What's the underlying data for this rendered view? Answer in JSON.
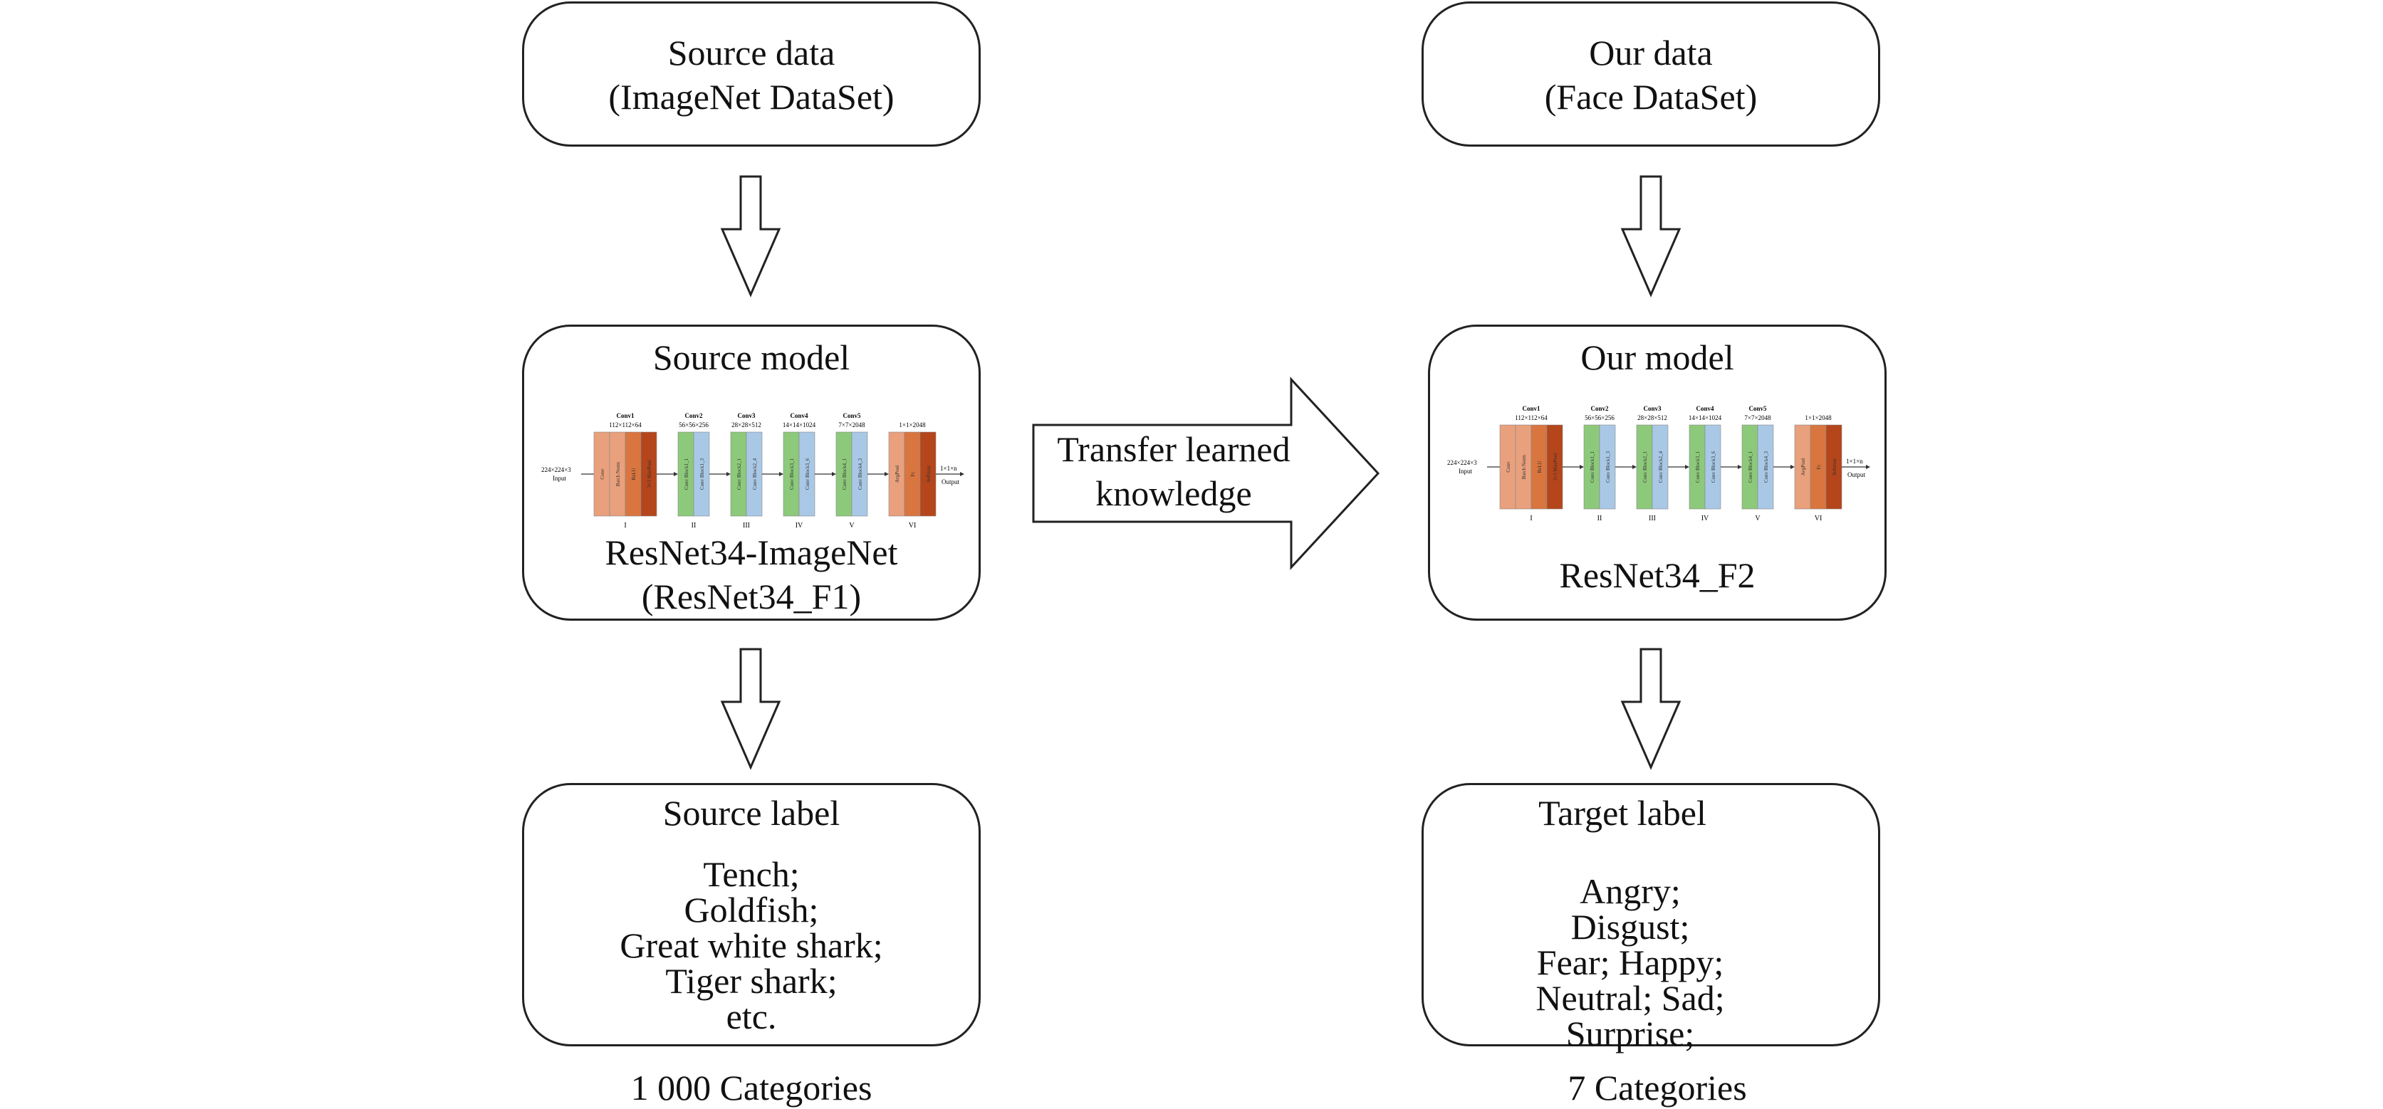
{
  "left": {
    "source_box": {
      "line1": "Source data",
      "line2": "(ImageNet DataSet)"
    },
    "model_box": {
      "title": "Source model",
      "name_line1": "ResNet34-ImageNet",
      "name_line2": "(ResNet34_F1)"
    },
    "label_box": {
      "title": "Source label",
      "items": [
        "Tench;",
        "Goldfish;",
        "Great white shark;",
        "Tiger shark;",
        "etc."
      ]
    },
    "caption": "1 000 Categories"
  },
  "right": {
    "source_box": {
      "line1": "Our data",
      "line2": "(Face DataSet)"
    },
    "model_box": {
      "title": "Our model",
      "name_line1": "ResNet34_F2"
    },
    "label_box": {
      "title": "Target label",
      "items": [
        "Angry; Disgust;",
        "Fear; Happy;",
        "Neutral; Sad;",
        "Surprise;"
      ]
    },
    "caption": "7 Categories"
  },
  "transfer": {
    "line1": "Transfer learned",
    "line2": "knowledge"
  },
  "network": {
    "input_label": "224×224×3",
    "input_word": "Input",
    "output_label": "1×1×n",
    "output_word": "Output",
    "stages": [
      {
        "name": "Conv1",
        "shape": "112×112×64",
        "roman": "I",
        "blocks": [
          "Conv",
          "Batch Norm",
          "ReLU",
          "3×3 MaxPool"
        ]
      },
      {
        "name": "Conv2",
        "shape": "56×56×256",
        "roman": "II",
        "blocks": [
          "Conv Block1_1",
          "Conv Block1_3"
        ]
      },
      {
        "name": "Conv3",
        "shape": "28×28×512",
        "roman": "III",
        "blocks": [
          "Conv Block2_1",
          "Conv Block2_4"
        ]
      },
      {
        "name": "Conv4",
        "shape": "14×14×1024",
        "roman": "IV",
        "blocks": [
          "Conv Block3_1",
          "Conv Block3_6"
        ]
      },
      {
        "name": "Conv5",
        "shape": "7×7×2048",
        "roman": "V",
        "blocks": [
          "Conv Block4_1",
          "Conv Block4_3"
        ]
      },
      {
        "name": "",
        "shape": "1×1×2048",
        "roman": "VI",
        "blocks": [
          "AvgPool",
          "Fc",
          "Softmax"
        ]
      }
    ],
    "colors": {
      "salmon": "#e9a07c",
      "orange": "#d9753f",
      "rust": "#b5451b",
      "green": "#8dc97a",
      "blue": "#a9c8e6"
    }
  }
}
